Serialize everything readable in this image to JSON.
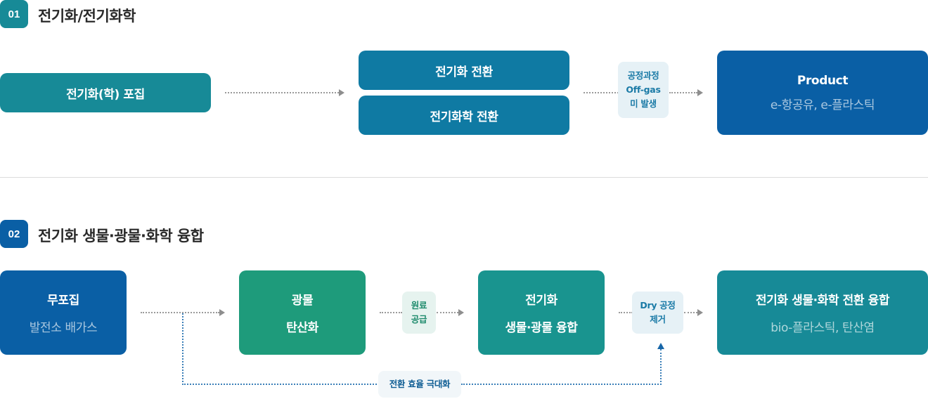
{
  "colors": {
    "teal": "#178a97",
    "ocean": "#0f7aa3",
    "navy": "#0a5fa5",
    "green": "#1e9b7b",
    "teal_green": "#19948f",
    "chip_blue_bg": "#e6f1f6",
    "chip_green_bg": "#e6f3ef",
    "chip_pale_bg": "#f1f6f9"
  },
  "section1": {
    "number": "01",
    "title": "전기화/전기화학",
    "capture": {
      "label": "전기화(학) 포집"
    },
    "conversions": [
      {
        "label": "전기화 전환"
      },
      {
        "label": "전기화학 전환"
      }
    ],
    "chip": {
      "lines": [
        "공정과정",
        "Off-gas",
        "미 발생"
      ]
    },
    "product": {
      "title": "Product",
      "subtitle": "e-항공유, e-플라스틱"
    }
  },
  "section2": {
    "number": "02",
    "title": "전기화 생물·광물·화학 융합",
    "source": {
      "title": "무포집",
      "subtitle": "발전소 배가스"
    },
    "mineral": {
      "line1": "광물",
      "line2": "탄산화"
    },
    "chip_supply": {
      "lines": [
        "원료",
        "공급"
      ]
    },
    "fusion": {
      "line1": "전기화",
      "line2": "생물·광물 융합"
    },
    "chip_dry": {
      "lines": [
        "Dry 공정",
        "제거"
      ]
    },
    "result": {
      "title": "전기화 생물·화학 전환 융합",
      "subtitle": "bio-플라스틱, 탄산염"
    },
    "efficiency_label": "전환 효율 극대화"
  }
}
